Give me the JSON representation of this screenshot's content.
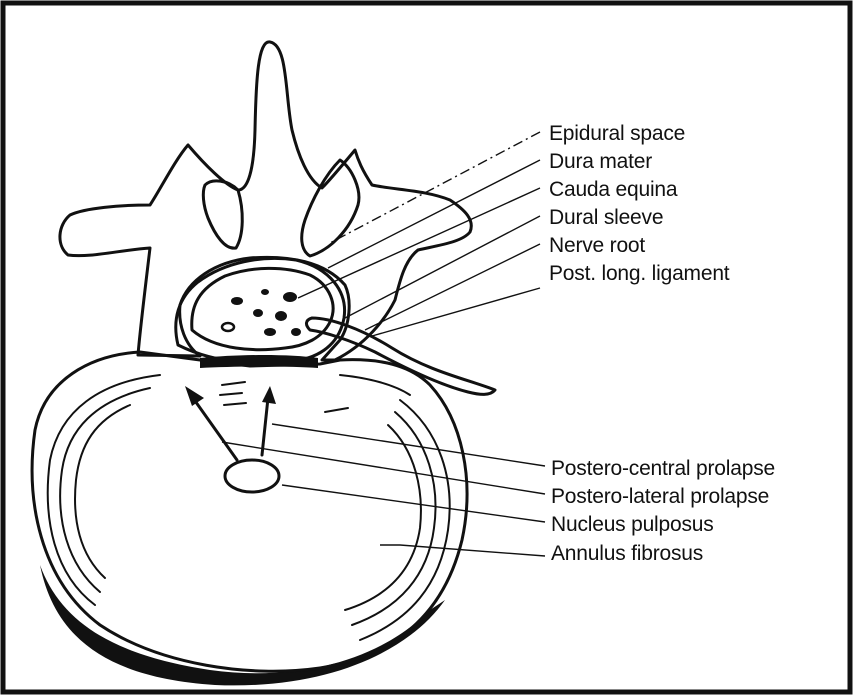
{
  "diagram": {
    "upper_labels": [
      "Epidural space",
      "Dura mater",
      "Cauda equina",
      "Dural sleeve",
      "Nerve root",
      "Post. long. ligament"
    ],
    "lower_labels": [
      "Postero-central prolapse",
      "Postero-lateral prolapse",
      "Nucleus pulposus",
      "Annulus fibrosus"
    ]
  }
}
